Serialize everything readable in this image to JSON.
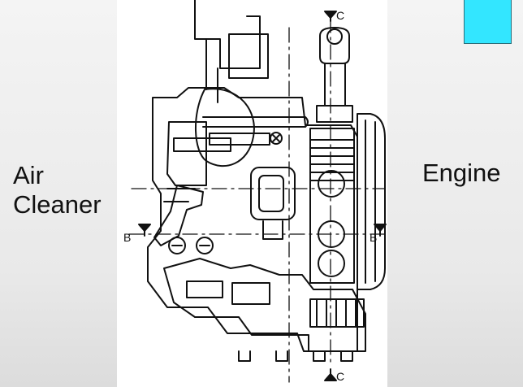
{
  "labels": {
    "air": "Air",
    "cleaner": "Cleaner",
    "engine": "Engine"
  },
  "callouts": {
    "section_c_top": "C",
    "section_c_bottom": "C",
    "section_b_left": "B",
    "section_b_right": "B"
  },
  "colors": {
    "swatch": "#33e6ff",
    "line": "#111111"
  }
}
